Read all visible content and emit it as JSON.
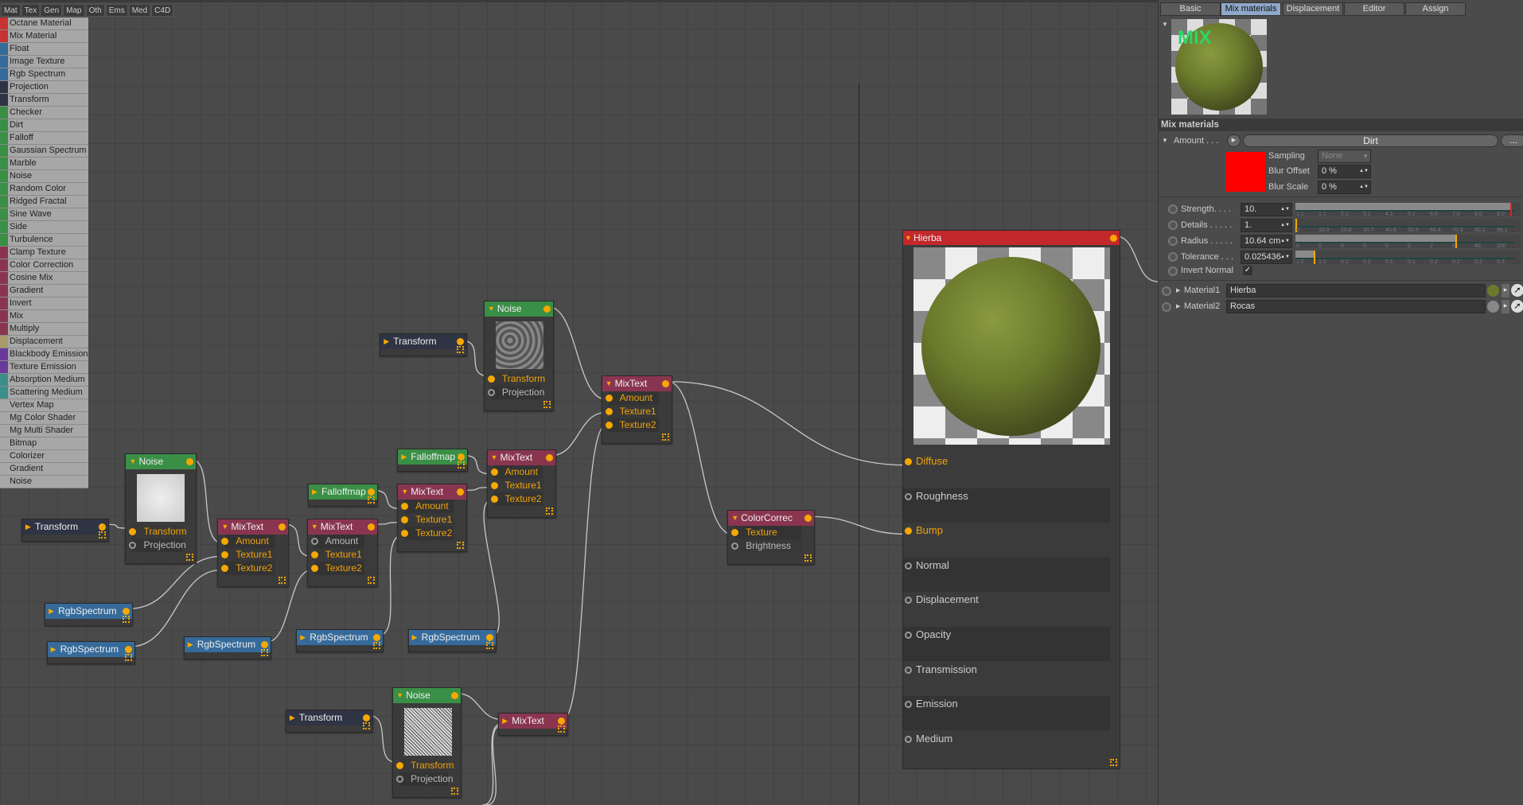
{
  "categories": [
    "Mat",
    "Tex",
    "Gen",
    "Map",
    "Oth",
    "Ems",
    "Med",
    "C4D"
  ],
  "sidebar": [
    {
      "label": "Octane Material",
      "color": "#c83232"
    },
    {
      "label": "Mix Material",
      "color": "#c83232"
    },
    {
      "label": "Float",
      "color": "#356a9a"
    },
    {
      "label": "Image Texture",
      "color": "#356a9a"
    },
    {
      "label": "Rgb Spectrum",
      "color": "#356a9a"
    },
    {
      "label": "Projection",
      "color": "#2f3444"
    },
    {
      "label": "Transform",
      "color": "#2f3444"
    },
    {
      "label": "Checker",
      "color": "#3a8f47"
    },
    {
      "label": "Dirt",
      "color": "#3a8f47"
    },
    {
      "label": "Falloff",
      "color": "#3a8f47"
    },
    {
      "label": "Gaussian Spectrum",
      "color": "#3a8f47"
    },
    {
      "label": "Marble",
      "color": "#3a8f47"
    },
    {
      "label": "Noise",
      "color": "#3a8f47"
    },
    {
      "label": "Random Color",
      "color": "#3a8f47"
    },
    {
      "label": "Ridged Fractal",
      "color": "#3a8f47"
    },
    {
      "label": "Sine Wave",
      "color": "#3a8f47"
    },
    {
      "label": "Side",
      "color": "#3a8f47"
    },
    {
      "label": "Turbulence",
      "color": "#3a8f47"
    },
    {
      "label": "Clamp Texture",
      "color": "#8a3550"
    },
    {
      "label": "Color Correction",
      "color": "#8a3550"
    },
    {
      "label": "Cosine Mix",
      "color": "#8a3550"
    },
    {
      "label": "Gradient",
      "color": "#8a3550"
    },
    {
      "label": "Invert",
      "color": "#8a3550"
    },
    {
      "label": "Mix",
      "color": "#8a3550"
    },
    {
      "label": "Multiply",
      "color": "#8a3550"
    },
    {
      "label": "Displacement",
      "color": "#a89a6a"
    },
    {
      "label": "Blackbody Emission",
      "color": "#6a3a9a"
    },
    {
      "label": "Texture Emission",
      "color": "#6a3a9a"
    },
    {
      "label": "Absorption Medium",
      "color": "#3a8f8a"
    },
    {
      "label": "Scattering Medium",
      "color": "#3a8f8a"
    },
    {
      "label": "Vertex Map",
      "color": ""
    },
    {
      "label": "Mg Color Shader",
      "color": ""
    },
    {
      "label": "Mg Multi Shader",
      "color": ""
    },
    {
      "label": "Bitmap",
      "color": ""
    },
    {
      "label": "Colorizer",
      "color": ""
    },
    {
      "label": "Gradient",
      "color": ""
    },
    {
      "label": "Noise",
      "color": ""
    }
  ],
  "node_colors": {
    "texture": "#3a8f47",
    "mix": "#8a3550",
    "transform": "#2f3444",
    "rgb": "#356a9a"
  },
  "nodes": [
    {
      "title": "Noise",
      "kind": "texture",
      "thumb": "noise-dark",
      "ports": [
        {
          "label": "Transform",
          "on": true
        },
        {
          "label": "Projection",
          "on": false
        }
      ]
    },
    {
      "title": "Transform",
      "kind": "transform",
      "ports": []
    },
    {
      "title": "MixText",
      "kind": "mix",
      "ports": [
        {
          "label": "Amount",
          "on": true
        },
        {
          "label": "Texture1",
          "on": true
        },
        {
          "label": "Texture2",
          "on": true
        }
      ]
    },
    {
      "title": "Falloffmap",
      "kind": "texture",
      "ports": []
    },
    {
      "title": "MixText",
      "kind": "mix",
      "ports": [
        {
          "label": "Amount",
          "on": true
        },
        {
          "label": "Texture1",
          "on": true
        },
        {
          "label": "Texture2",
          "on": true
        }
      ]
    },
    {
      "title": "Falloffmap",
      "kind": "texture",
      "ports": []
    },
    {
      "title": "MixText",
      "kind": "mix",
      "ports": [
        {
          "label": "Amount",
          "on": true
        },
        {
          "label": "Texture1",
          "on": true
        },
        {
          "label": "Texture2",
          "on": true
        }
      ]
    },
    {
      "title": "Noise",
      "kind": "texture",
      "thumb": "noise-light",
      "ports": [
        {
          "label": "Transform",
          "on": true
        },
        {
          "label": "Projection",
          "on": false
        }
      ]
    },
    {
      "title": "Transform",
      "kind": "transform",
      "ports": []
    },
    {
      "title": "MixText",
      "kind": "mix",
      "ports": [
        {
          "label": "Amount",
          "on": true
        },
        {
          "label": "Texture1",
          "on": true
        },
        {
          "label": "Texture2",
          "on": true
        }
      ]
    },
    {
      "title": "MixText",
      "kind": "mix",
      "ports": [
        {
          "label": "Amount",
          "on": false
        },
        {
          "label": "Texture1",
          "on": true
        },
        {
          "label": "Texture2",
          "on": true
        }
      ]
    },
    {
      "title": "RgbSpectrum",
      "kind": "rgb",
      "ports": []
    },
    {
      "title": "RgbSpectrum",
      "kind": "rgb",
      "ports": []
    },
    {
      "title": "RgbSpectrum",
      "kind": "rgb",
      "ports": []
    },
    {
      "title": "RgbSpectrum",
      "kind": "rgb",
      "ports": []
    },
    {
      "title": "RgbSpectrum",
      "kind": "rgb",
      "ports": []
    },
    {
      "title": "ColorCorrec",
      "kind": "mix",
      "ports": [
        {
          "label": "Texture",
          "on": true
        },
        {
          "label": "Brightness",
          "on": false
        }
      ]
    },
    {
      "title": "Transform",
      "kind": "transform",
      "ports": []
    },
    {
      "title": "Noise",
      "kind": "texture",
      "thumb": "noise-grain",
      "ports": [
        {
          "label": "Transform",
          "on": true
        },
        {
          "label": "Projection",
          "on": false
        }
      ]
    },
    {
      "title": "MixText",
      "kind": "mix",
      "ports": []
    }
  ],
  "material_node": {
    "title": "Hierba",
    "ports": [
      {
        "label": "Diffuse",
        "on": true
      },
      {
        "label": "Roughness",
        "on": false
      },
      {
        "label": "Bump",
        "on": true
      },
      {
        "label": "Normal",
        "on": false
      },
      {
        "label": "Displacement",
        "on": false
      },
      {
        "label": "Opacity",
        "on": false
      },
      {
        "label": "Transmission",
        "on": false
      },
      {
        "label": "Emission",
        "on": false
      },
      {
        "label": "Medium",
        "on": false
      }
    ]
  },
  "panel": {
    "tabs": [
      "Basic",
      "Mix materials",
      "Displacement",
      "Editor",
      "Assign"
    ],
    "active_tab": 1,
    "preview_label": "MIX",
    "section": "Mix materials",
    "amount_label": "Amount . . .",
    "amount_shader": "Dirt",
    "more_label": "...",
    "amount_color": "#ff0000",
    "sampling_label": "Sampling",
    "sampling_value": "None",
    "blur_offset_label": "Blur Offset",
    "blur_offset": "0 %",
    "blur_scale_label": "Blur Scale",
    "blur_scale": "0 %",
    "params": [
      {
        "label": "Strength. . . .",
        "value": "10.",
        "fill": 0.98,
        "ticks": [
          "1.1",
          "1.1",
          "2.1",
          "3.1",
          "4.1",
          "5.1",
          "6.0",
          "7.0",
          "8.0",
          "9.0"
        ]
      },
      {
        "label": "Details . . . . .",
        "value": "1.",
        "fill": 0.0,
        "ticks": [
          "0",
          "10.9",
          "20.8",
          "30.7",
          "40.6",
          "50.5",
          "60.4",
          "70.3",
          "80.2",
          "90.1"
        ]
      },
      {
        "label": "Radius . . . . .",
        "value": "10.64 cm",
        "fill": 0.73,
        "ticks": [
          "0",
          "0",
          "0",
          "0",
          "0",
          "0",
          "2",
          "8",
          "40",
          "200"
        ]
      },
      {
        "label": "Tolerance . . .",
        "value": "0.025436",
        "fill": 0.085,
        "ticks": [
          "1.0",
          "1.0",
          "0.1",
          "0.1",
          "0.1",
          "0.1",
          "0.2",
          "0.2",
          "0.2",
          "0.3"
        ]
      }
    ],
    "invert_normal_label": "Invert Normal",
    "invert_normal": true,
    "materials": [
      {
        "label": "Material1",
        "value": "Hierba"
      },
      {
        "label": "Material2",
        "value": "Rocas"
      }
    ]
  }
}
